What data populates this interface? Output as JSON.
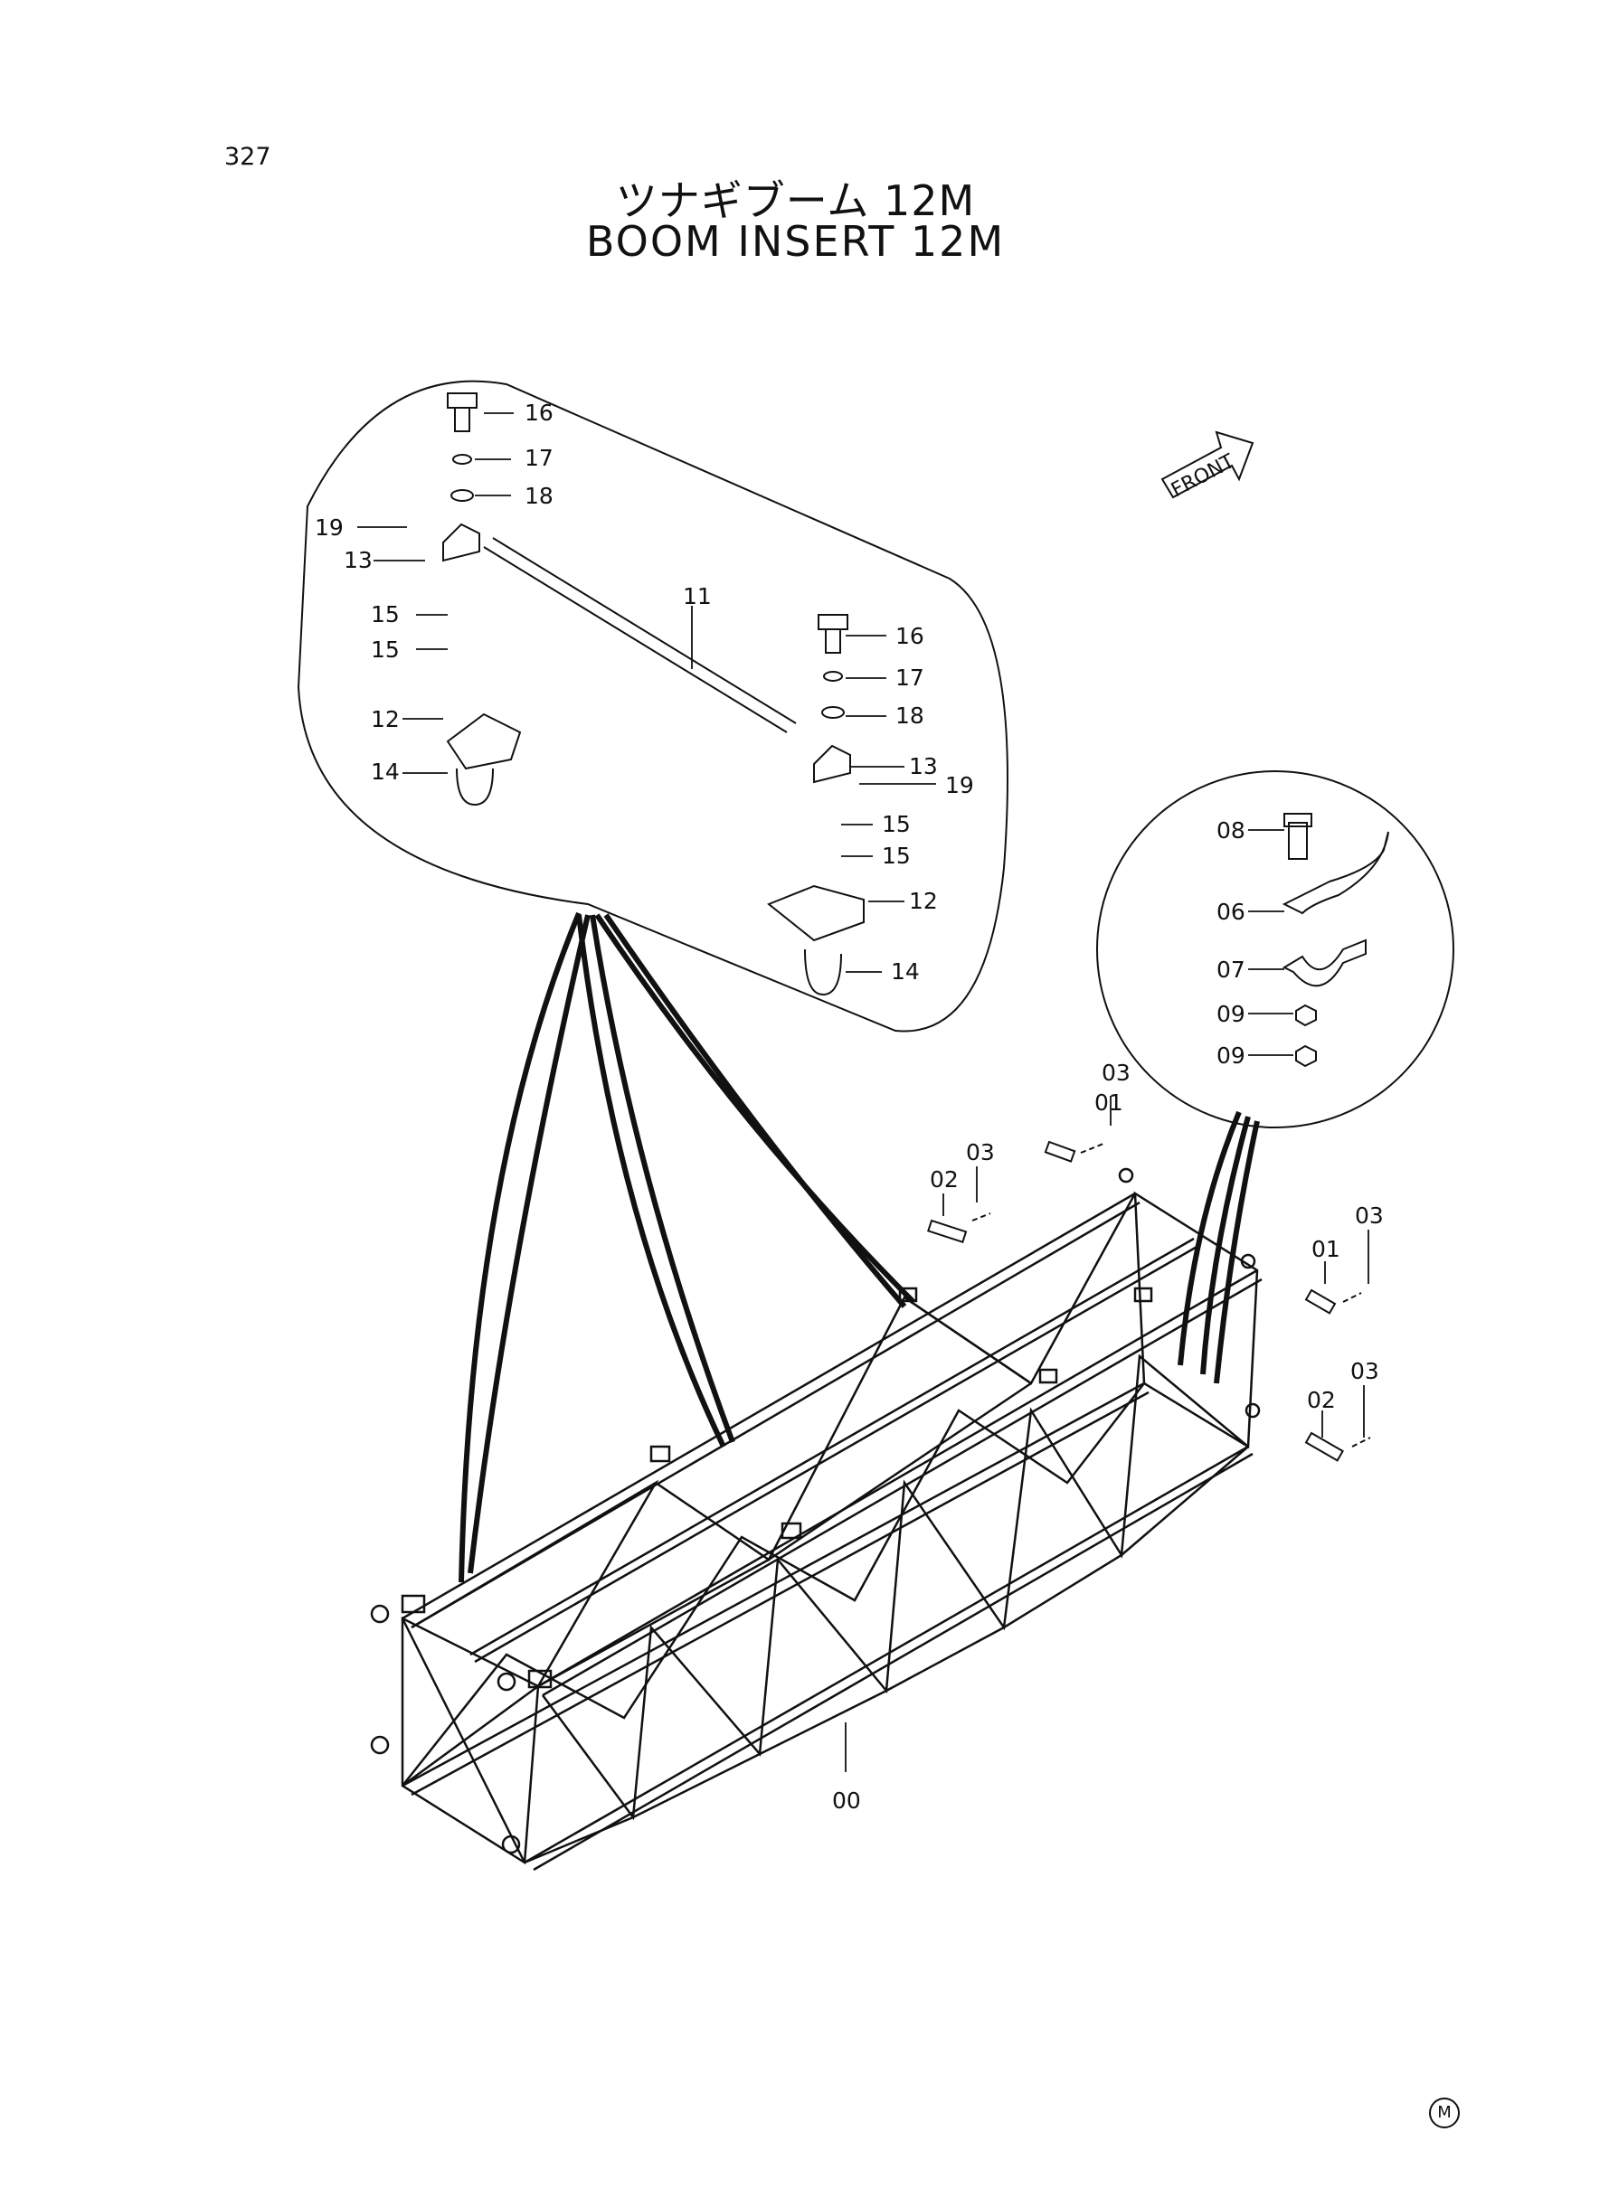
{
  "page_number": "327",
  "title_jp": "ツナギブーム 12M",
  "title_en": "BOOM INSERT 12M",
  "front_label": "FRONT",
  "corner_mark": "M",
  "parts": {
    "p00": "00",
    "p01": "01",
    "p02": "02",
    "p03": "03",
    "p06": "06",
    "p07": "07",
    "p08": "08",
    "p09": "09",
    "p11": "11",
    "p12": "12",
    "p13": "13",
    "p14": "14",
    "p15": "15",
    "p16": "16",
    "p17": "17",
    "p18": "18",
    "p19": "19"
  }
}
